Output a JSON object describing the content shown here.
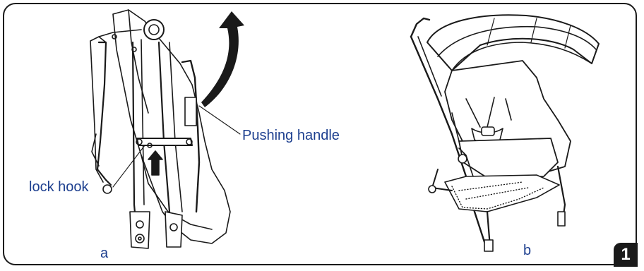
{
  "figure": {
    "label_pushing_handle": "Pushing handle",
    "label_lock_hook": "lock hook",
    "panel_a": "a",
    "panel_b": "b",
    "step_number": "1"
  },
  "colors": {
    "label_text": "#1d3f8f",
    "line_art": "#1a1a1a",
    "frame": "#1a1a1a",
    "badge_bg": "#1a1a1a",
    "badge_text": "#ffffff"
  },
  "icons": [
    "folded-stroller-illustration",
    "unfolded-stroller-illustration",
    "curved-up-arrow-icon",
    "up-arrow-icon"
  ]
}
